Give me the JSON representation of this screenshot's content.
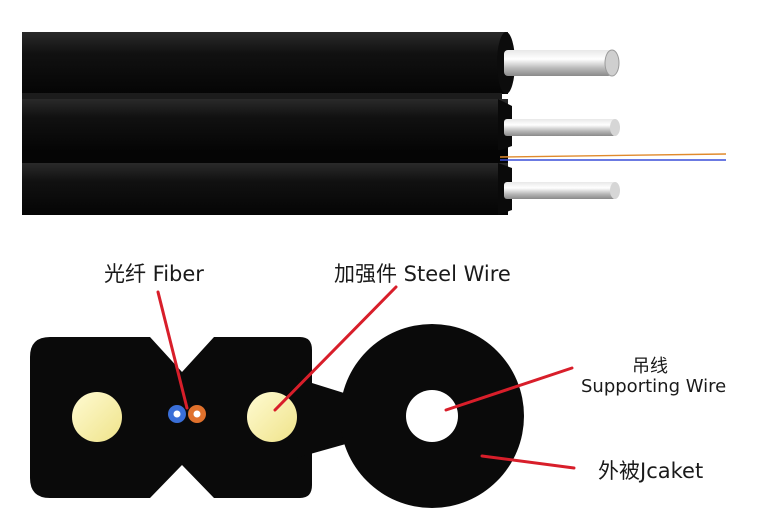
{
  "labels": {
    "fiber": "光纤 Fiber",
    "steel_wire": "加强件 Steel Wire",
    "supporting_wire_cn": "吊线",
    "supporting_wire_en": "Supporting Wire",
    "jacket": "外被Jcaket"
  },
  "colors": {
    "jacket": "#0a0a0a",
    "steel_wire_core": "#f7f0a8",
    "fiber_blue": "#3a6fd8",
    "fiber_orange": "#e0712c",
    "leader_line": "#d81e2a",
    "supporting_wire_core": "#ffffff"
  }
}
